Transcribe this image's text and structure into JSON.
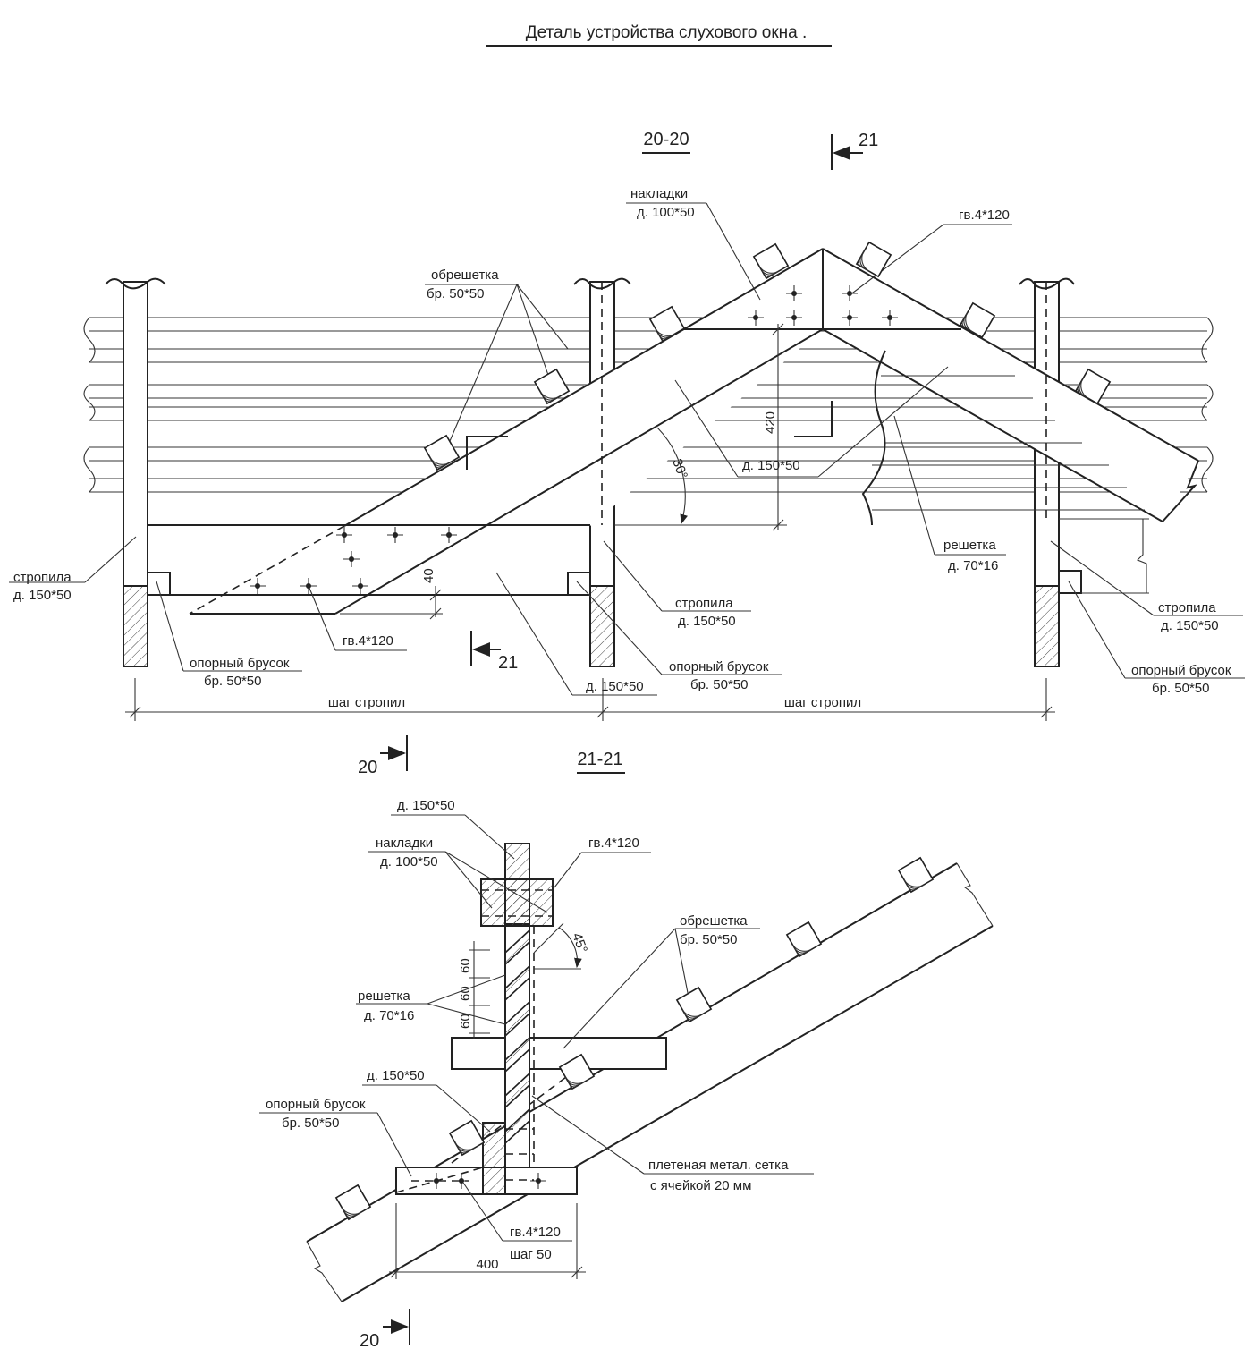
{
  "title": "Деталь устройства слухового окна .",
  "section_20_20": {
    "heading": "20-20",
    "cut_mark_top": "21",
    "cut_mark_bottom": "21",
    "nakladki": {
      "name": "накладки",
      "size": "д. 100*50"
    },
    "nail_top": "гв.4*120",
    "lathing": {
      "name": "обрешетка",
      "size": "бр. 50*50"
    },
    "dim_height": "420",
    "angle": "30°",
    "hip_board": "д. 150*50",
    "grating": {
      "name": "решетка",
      "size": "д. 70*16"
    },
    "dim_40": "40",
    "nail_bottom": "гв.4*120",
    "rafter_left": {
      "name": "стропила",
      "size": "д. 150*50"
    },
    "rafter_mid": {
      "name": "стропила",
      "size": "д. 150*50"
    },
    "rafter_right": {
      "name": "стропила",
      "size": "д. 150*50"
    },
    "support_left": {
      "name": "опорный брусок",
      "size": "бр. 50*50"
    },
    "support_mid": {
      "name": "опорный брусок",
      "size": "бр. 50*50"
    },
    "support_right": {
      "name": "опорный брусок",
      "size": "бр. 50*50"
    },
    "bottom_board": "д. 150*50",
    "rafter_step_left": "шаг стропил",
    "rafter_step_right": "шаг стропил"
  },
  "section_21_21": {
    "heading": "21-21",
    "cut_mark_top": "20",
    "cut_mark_bottom": "20",
    "post": "д. 150*50",
    "nakladki": {
      "name": "накладки",
      "size": "д. 100*50"
    },
    "nail_top": "гв.4*120",
    "angle": "45°",
    "lathing": {
      "name": "обрешетка",
      "size": "бр. 50*50"
    },
    "dims_60": [
      "60",
      "60",
      "60"
    ],
    "grating": {
      "name": "решетка",
      "size": "д. 70*16"
    },
    "lower_post": "д. 150*50",
    "support": {
      "name": "опорный брусок",
      "size": "бр. 50*50"
    },
    "mesh": {
      "name": "плетеная метал. сетка",
      "cell": "с ячейкой 20 мм"
    },
    "nail_bottom": {
      "name": "гв.4*120",
      "step": "шаг 50"
    },
    "dim_400": "400"
  }
}
